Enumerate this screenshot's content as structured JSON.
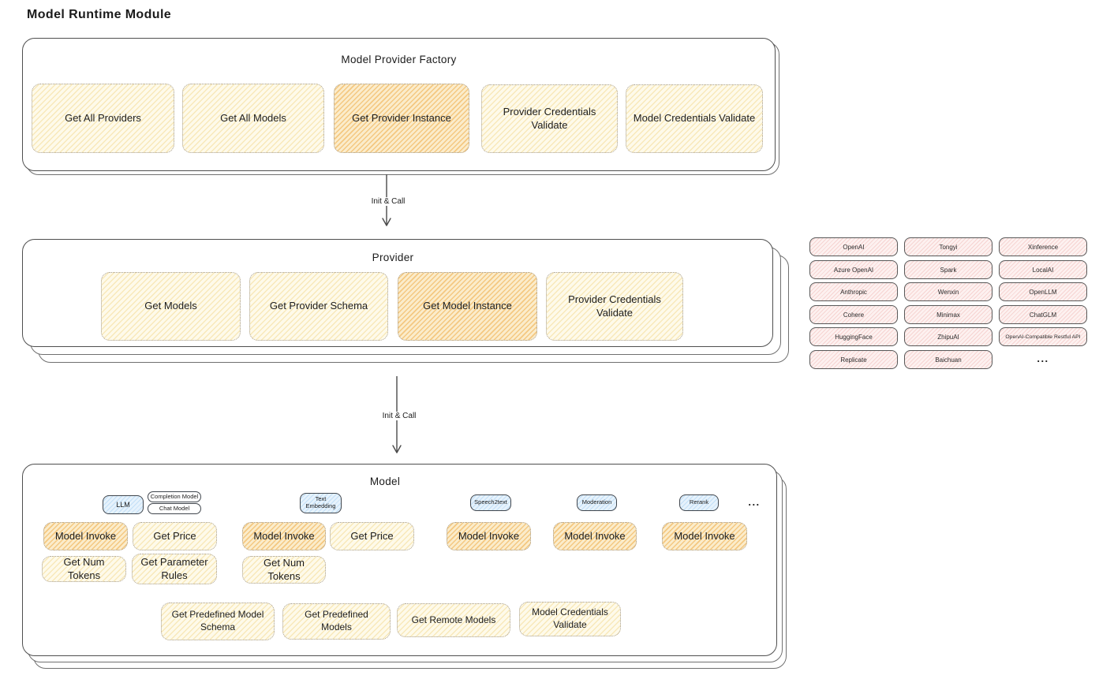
{
  "page_title": "Model Runtime Module",
  "colors": {
    "stroke": "#4f4f4f",
    "button_yellow": "#fdf6e3",
    "button_highlight_orange": "#f6c26f",
    "type_chip_blue": "#d9ecfa",
    "provider_tag_pink": "#fbe9e8"
  },
  "factory": {
    "title": "Model Provider Factory",
    "buttons": [
      {
        "label": "Get All Providers",
        "highlighted": false
      },
      {
        "label": "Get All Models",
        "highlighted": false
      },
      {
        "label": "Get Provider Instance",
        "highlighted": true
      },
      {
        "label": "Provider Credentials Validate",
        "highlighted": false
      },
      {
        "label": "Model Credentials Validate",
        "highlighted": false
      }
    ]
  },
  "flow": {
    "arrow1_label": "Init & Call",
    "arrow2_label": "Init & Call"
  },
  "provider": {
    "title": "Provider",
    "buttons": [
      {
        "label": "Get Models",
        "highlighted": false
      },
      {
        "label": "Get Provider Schema",
        "highlighted": false
      },
      {
        "label": "Get Model Instance",
        "highlighted": true
      },
      {
        "label": "Provider Credentials Validate",
        "highlighted": false
      }
    ]
  },
  "providers_panel": {
    "col1": [
      "OpenAI",
      "Azure OpenAI",
      "Anthropic",
      "Cohere",
      "HuggingFace",
      "Replicate"
    ],
    "col2": [
      "Tongyi",
      "Spark",
      "Wenxin",
      "Minimax",
      "ZhipuAI",
      "Baichuan"
    ],
    "col3": [
      "Xinference",
      "LocalAI",
      "OpenLLM",
      "ChatGLM",
      "OpenAI-Compatible Restful API"
    ],
    "more": "..."
  },
  "model": {
    "title": "Model",
    "chips": {
      "llm": "LLM",
      "completion": "Completion Model",
      "chat": "Chat Model",
      "embedding": "Text Embedding",
      "speech2text": "Speech2text",
      "moderation": "Moderation",
      "rerank": "Rerank",
      "more": "..."
    },
    "buttons": {
      "invoke_llm": "Model Invoke",
      "price_llm": "Get Price",
      "tokens_llm": "Get Num Tokens",
      "params_llm": "Get Parameter Rules",
      "invoke_embedding": "Model Invoke",
      "price_embedding": "Get Price",
      "tokens_embedding": "Get Num Tokens",
      "invoke_speech2text": "Model Invoke",
      "invoke_moderation": "Model Invoke",
      "invoke_rerank": "Model Invoke",
      "schema": "Get Predefined Model Schema",
      "predefined": "Get Predefined Models",
      "remote": "Get Remote Models",
      "credentials": "Model Credentials Validate"
    }
  }
}
